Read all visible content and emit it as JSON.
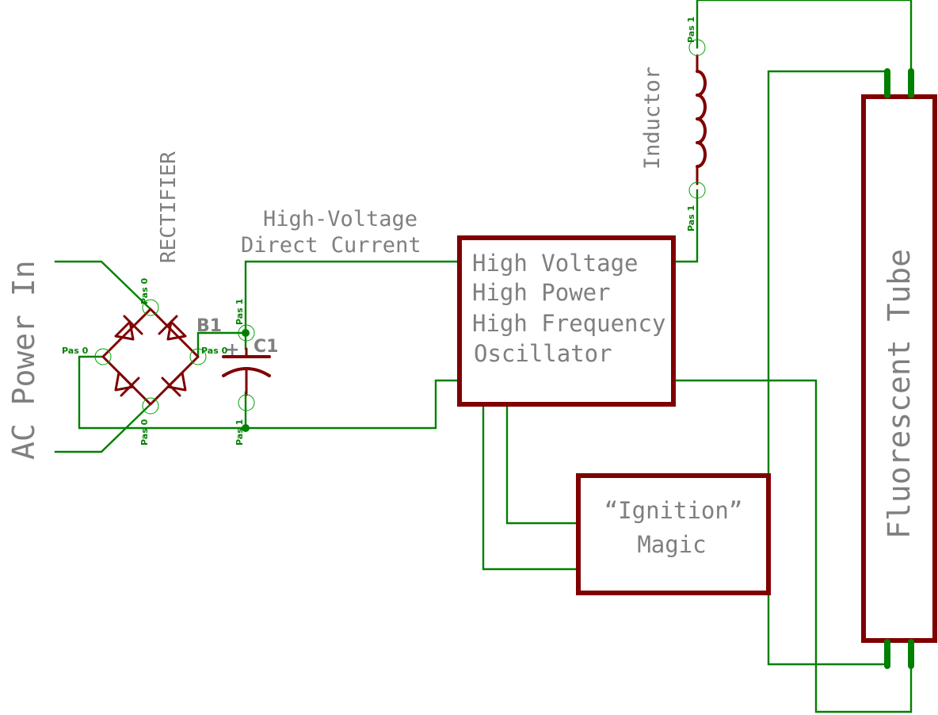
{
  "labels": {
    "ac_power": "AC Power In",
    "rectifier": "RECTIFIER",
    "hvdc_line1": "High-Voltage",
    "hvdc_line2": "Direct Current",
    "inductor": "Inductor",
    "osc_line1": "High Voltage",
    "osc_line2": "High Power",
    "osc_line3": "High Frequency",
    "osc_line4": "Oscillator",
    "ign_line1": "“Ignition”",
    "ign_line2": "Magic",
    "tube": "Fluorescent Tube",
    "b1": "B1",
    "c1": "C1",
    "c1_plus": "+"
  },
  "pins": {
    "pas0": "Pas 0",
    "pas1": "Pas 1"
  },
  "colors": {
    "wire": "#008000",
    "symbol": "#7f0000",
    "text": "#7f7f7f"
  }
}
